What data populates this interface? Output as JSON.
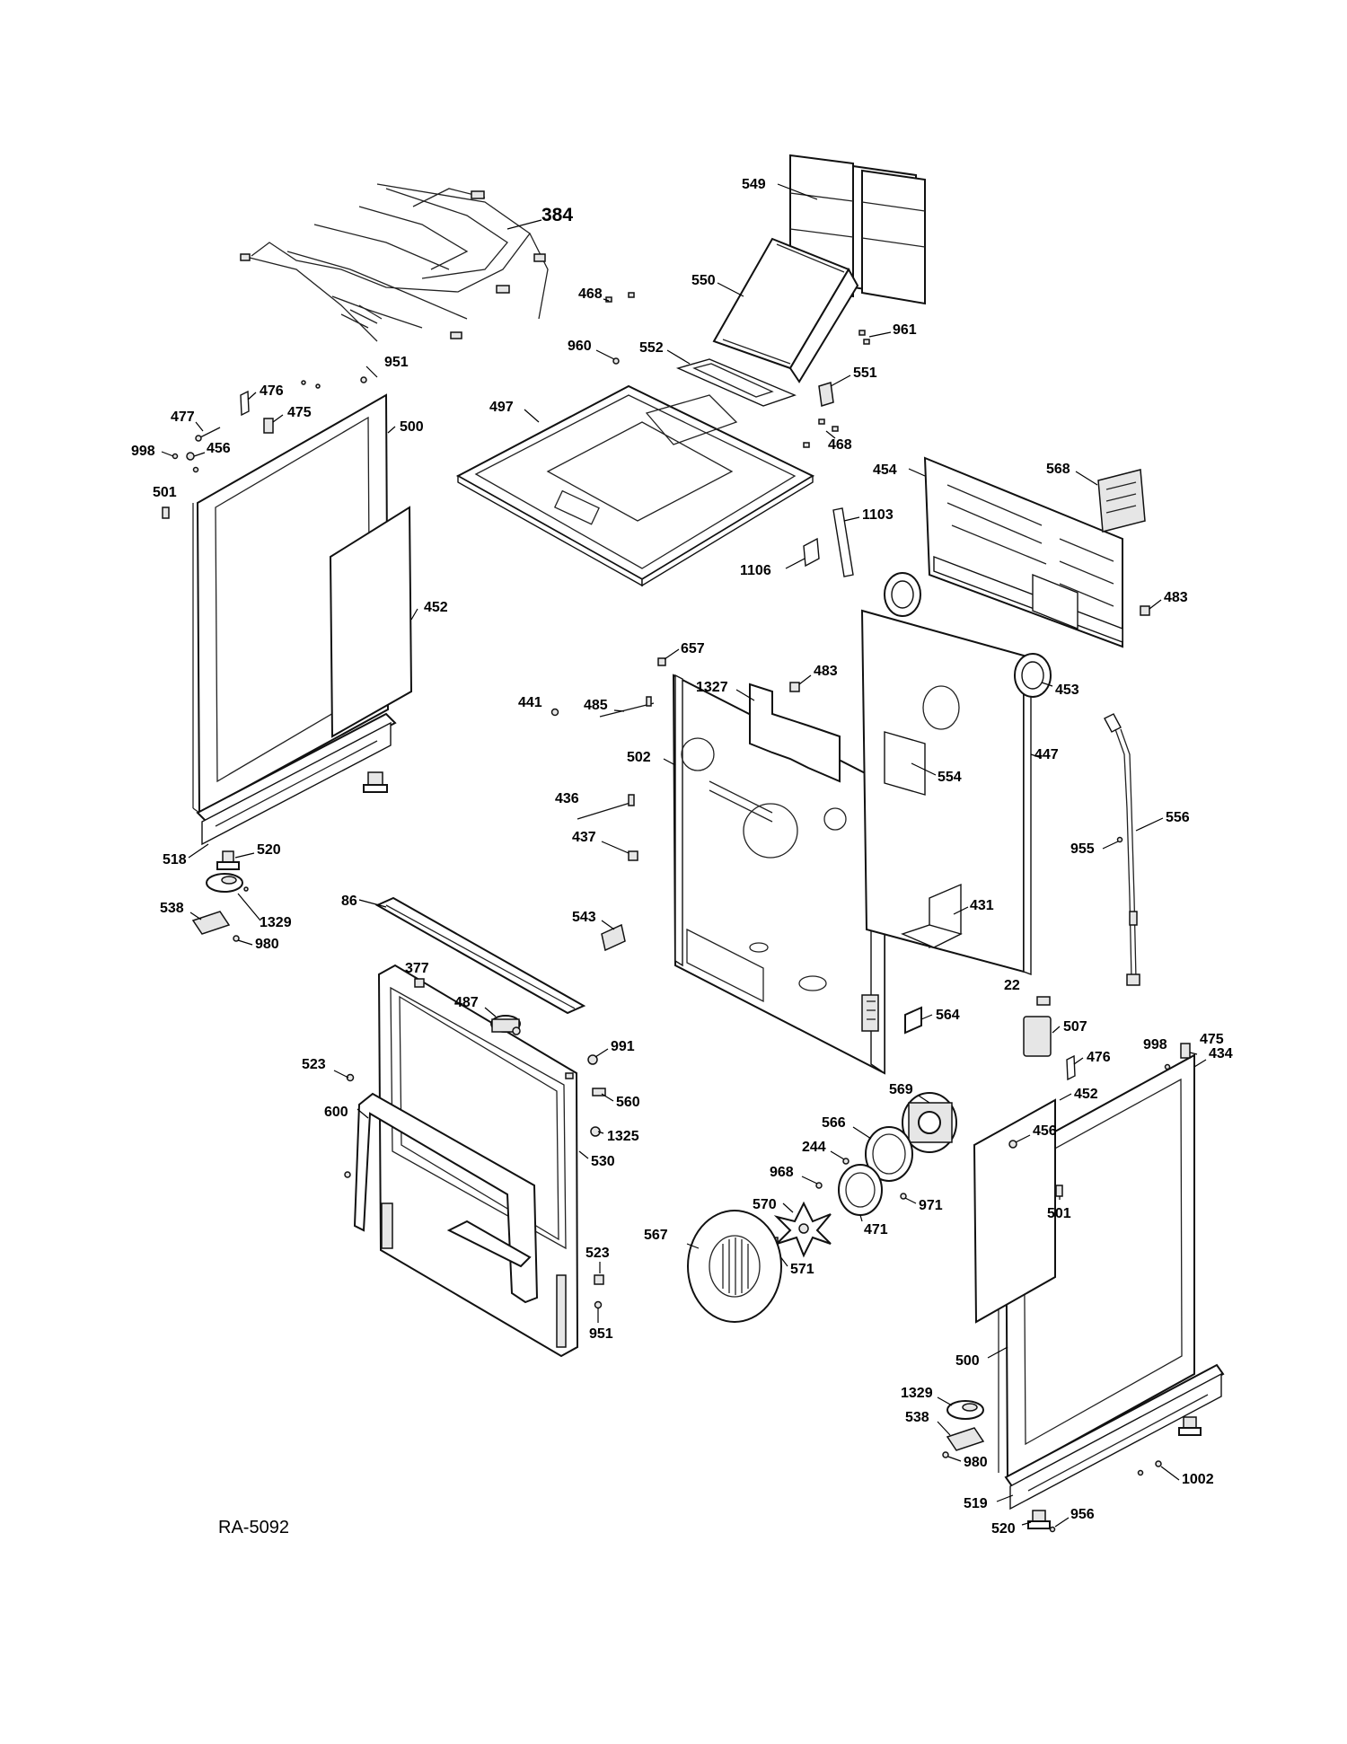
{
  "diagram_ref": "RA-5092",
  "callouts": {
    "c384": "384",
    "c549": "549",
    "c550": "550",
    "c468a": "468",
    "c960": "960",
    "c552": "552",
    "c961": "961",
    "c551": "551",
    "c468b": "468",
    "c951a": "951",
    "c476a": "476",
    "c475a": "475",
    "c477": "477",
    "c500a": "500",
    "c998a": "998",
    "c456a": "456",
    "c501a": "501",
    "c497": "497",
    "c454": "454",
    "c568": "568",
    "c1103": "1103",
    "c1106": "1106",
    "c483a": "483",
    "c452a": "452",
    "c657": "657",
    "c483b": "483",
    "c1327": "1327",
    "c441": "441",
    "c485": "485",
    "c453": "453",
    "c502": "502",
    "c447": "447",
    "c554": "554",
    "c436": "436",
    "c556": "556",
    "c955": "955",
    "c518": "518",
    "c520a": "520",
    "c538a": "538",
    "c1329a": "1329",
    "c980a": "980",
    "c437": "437",
    "c431": "431",
    "c543": "543",
    "c86": "86",
    "c377": "377",
    "c487": "487",
    "c22": "22",
    "c564": "564",
    "c507": "507",
    "c998b": "998",
    "c475b": "475",
    "c434": "434",
    "c476b": "476",
    "c452b": "452",
    "c991": "991",
    "c523a": "523",
    "c560": "560",
    "c600": "600",
    "c569": "569",
    "c1325": "1325",
    "c566": "566",
    "c456b": "456",
    "c530": "530",
    "c244": "244",
    "c968": "968",
    "c971": "971",
    "c501b": "501",
    "c570": "570",
    "c471": "471",
    "c567": "567",
    "c523b": "523",
    "c571": "571",
    "c951b": "951",
    "c500b": "500",
    "c1329b": "1329",
    "c538b": "538",
    "c980b": "980",
    "c1002": "1002",
    "c519": "519",
    "c956": "956",
    "c520b": "520"
  }
}
